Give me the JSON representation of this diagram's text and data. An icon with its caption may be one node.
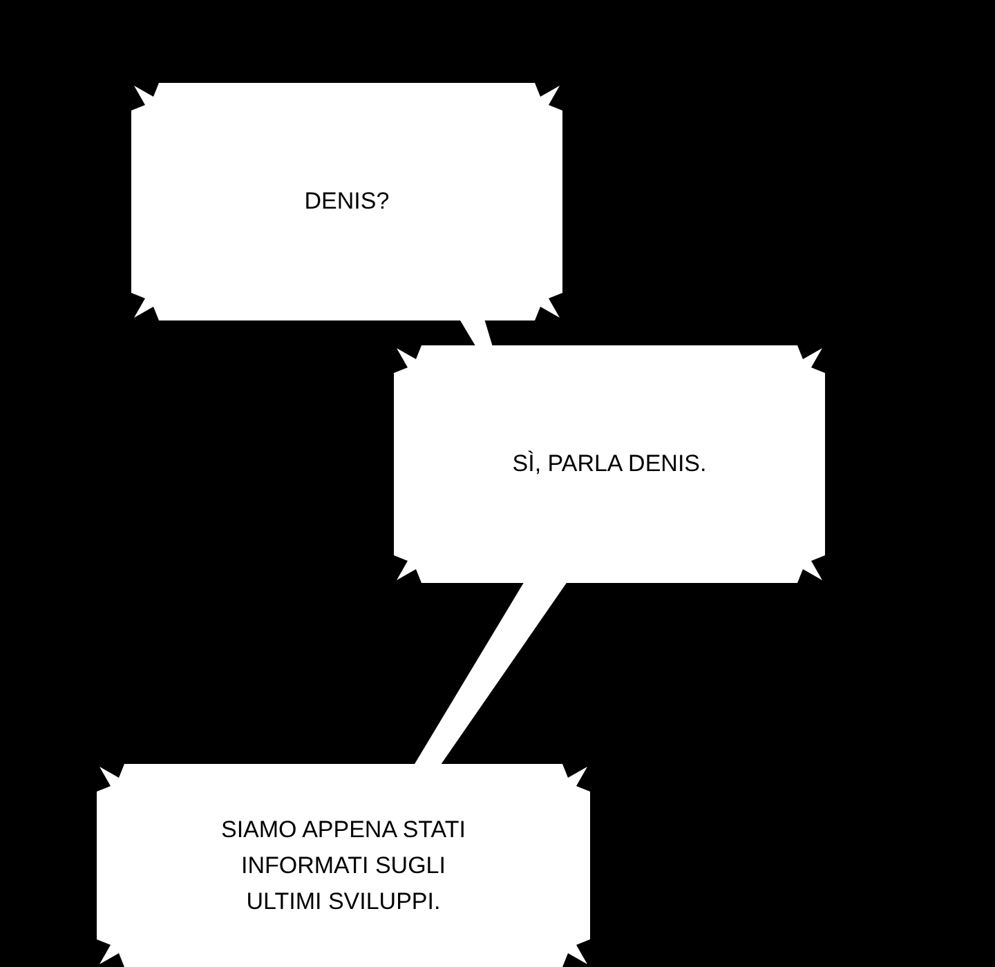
{
  "diagram": {
    "nodes": [
      {
        "text": [
          "DENIS?"
        ]
      },
      {
        "text": [
          "SÌ, PARLA DENIS."
        ]
      },
      {
        "text": [
          "SIAMO APPENA STATI INFORMATI SUGLI ULTIMI SVILUPPI."
        ]
      }
    ],
    "edges": [
      {
        "from": 0,
        "to": 1,
        "arrow": "none"
      },
      {
        "from": 1,
        "to": 2,
        "arrow": "none"
      }
    ]
  }
}
